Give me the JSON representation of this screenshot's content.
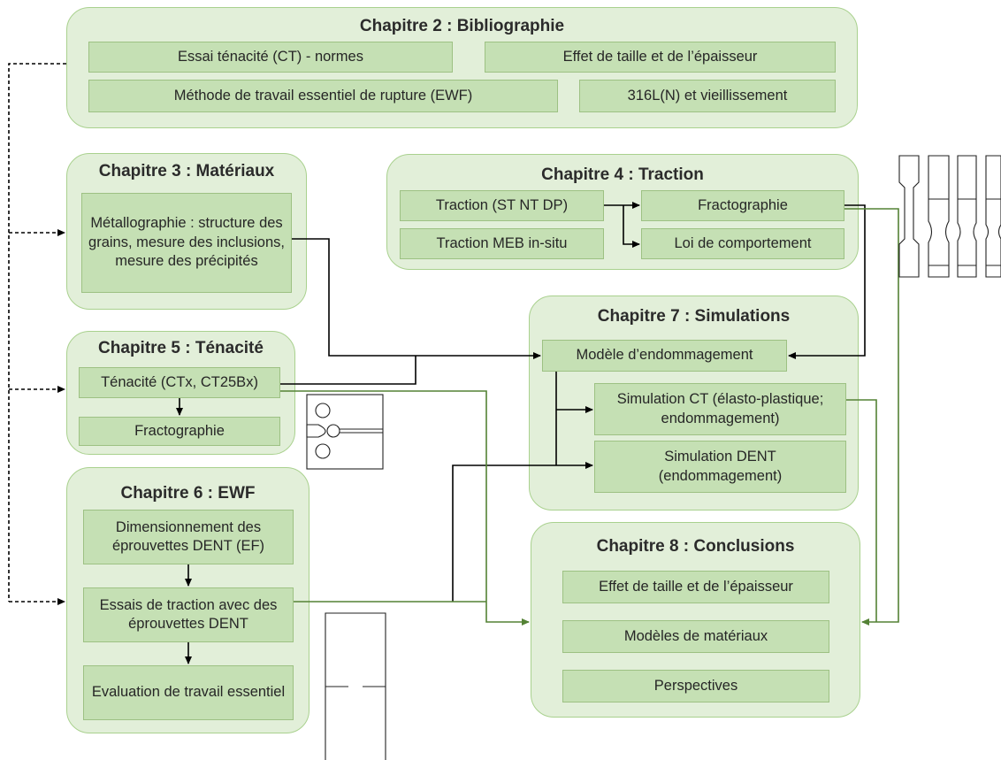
{
  "colors": {
    "chapter_fill": "#e2efd9",
    "chapter_border": "#a9d18e",
    "box_fill": "#c5e0b4",
    "box_border": "#9dc183",
    "green_arrow": "#548235",
    "black_arrow": "#000000"
  },
  "ch2": {
    "title": "Chapitre 2 : Bibliographie",
    "b1": "Essai ténacité (CT) - normes",
    "b2": "Effet de taille et de l’épaisseur",
    "b3": "Méthode de travail essentiel de rupture (EWF)",
    "b4": "316L(N) et vieillissement"
  },
  "ch3": {
    "title": "Chapitre 3 : Matériaux",
    "b1": "Métallographie : structure des grains, mesure des inclusions, mesure des précipités"
  },
  "ch4": {
    "title": "Chapitre 4 : Traction",
    "b1": "Traction (ST NT DP)",
    "b2": "Fractographie",
    "b3": "Traction MEB in-situ",
    "b4": "Loi de comportement"
  },
  "ch5": {
    "title": "Chapitre 5 : Ténacité",
    "b1": "Ténacité (CTx, CT25Bx)",
    "b2": "Fractographie"
  },
  "ch6": {
    "title": "Chapitre 6 : EWF",
    "b1": "Dimensionnement des éprouvettes DENT (EF)",
    "b2": "Essais de traction avec des éprouvettes DENT",
    "b3": "Evaluation de travail essentiel"
  },
  "ch7": {
    "title": "Chapitre 7 : Simulations",
    "b1": "Modèle d’endommagement",
    "b2": "Simulation CT (élasto-plastique; endommagement)",
    "b3": "Simulation DENT (endommagement)"
  },
  "ch8": {
    "title": "Chapitre 8 : Conclusions",
    "b1": "Effet de taille et de l’épaisseur",
    "b2": "Modèles de matériaux",
    "b3": "Perspectives"
  },
  "icons": {
    "tensile_specimens": "tensile-specimens-icon",
    "ct_specimen": "ct-specimen-icon",
    "dent_specimen": "dent-specimen-icon"
  }
}
